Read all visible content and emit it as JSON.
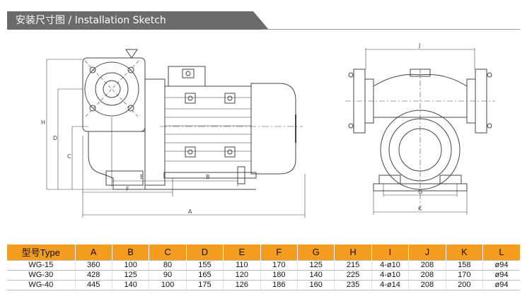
{
  "header": {
    "title": "安装尺寸图 / Installation Sketch"
  },
  "drawing": {
    "side_view_labels": [
      "H",
      "D",
      "C",
      "F",
      "E",
      "B",
      "A"
    ],
    "front_view_labels": [
      "J",
      "G",
      "K"
    ]
  },
  "table": {
    "headers": [
      "型号Type",
      "A",
      "B",
      "C",
      "D",
      "E",
      "F",
      "G",
      "H",
      "I",
      "J",
      "K",
      "L"
    ],
    "rows": [
      [
        "WG-15",
        "360",
        "100",
        "80",
        "155",
        "110",
        "170",
        "125",
        "215",
        "4-ø10",
        "208",
        "158",
        "ø94"
      ],
      [
        "WG-30",
        "428",
        "125",
        "90",
        "165",
        "120",
        "180",
        "140",
        "225",
        "4-ø10",
        "208",
        "170",
        "ø94"
      ],
      [
        "WG-40",
        "445",
        "140",
        "100",
        "175",
        "126",
        "186",
        "160",
        "235",
        "4-ø14",
        "208",
        "200",
        "ø94"
      ]
    ]
  },
  "colors": {
    "header_bar": "#6b6b6b",
    "table_header": "#f39c1e",
    "line": "#444444"
  }
}
